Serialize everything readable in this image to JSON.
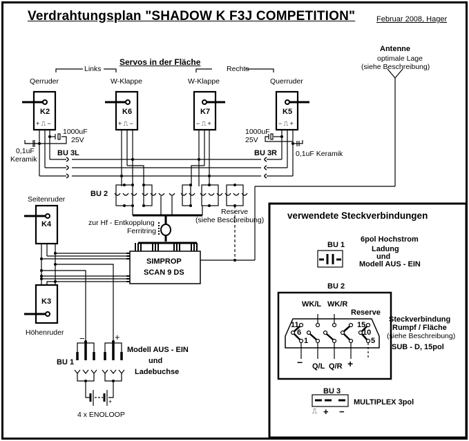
{
  "header": {
    "title": "Verdrahtungsplan \"SHADOW  K F3J  COMPETITION\"",
    "date_author": "Februar 2008,  Hager"
  },
  "antenna": {
    "label": "Antenne",
    "note_line1": "optimale Lage",
    "note_line2": "(siehe Beschreibung)"
  },
  "wing_servos": {
    "heading": "Servos in der Fläche",
    "group_left": "Links",
    "group_right": "Rechts",
    "servos": [
      {
        "id": "K2",
        "name": "Qerruder",
        "pins": "+ ⎍ −"
      },
      {
        "id": "K6",
        "name": "W-Klappe",
        "pins": "+ ⎍ −"
      },
      {
        "id": "K7",
        "name": "W-Klappe",
        "pins": "− ⎍ +"
      },
      {
        "id": "K5",
        "name": "Querruder",
        "pins": "− ⎍ +"
      }
    ]
  },
  "capacitors": {
    "left_electrolytic": [
      "1000uF",
      "25V"
    ],
    "left_ceramic": [
      "0,1uF",
      "Keramik"
    ],
    "right_electrolytic": [
      "1000uF",
      "25V"
    ],
    "right_ceramic": "0,1uF Keramik"
  },
  "connectors": {
    "bu3l": "BU 3L",
    "bu3r": "BU 3R",
    "bu2": "BU 2",
    "bu1": "BU 1",
    "reserve_line1": "Reserve",
    "reserve_line2": "(siehe Beschreibung)"
  },
  "ferrite": {
    "line1": "zur Hf - Entkopplung",
    "line2": "Ferritring"
  },
  "receiver": {
    "line1": "SIMPROP",
    "line2": "SCAN 9 DS"
  },
  "fuselage_servos": [
    {
      "id": "K4",
      "name": "Seitenruder"
    },
    {
      "id": "K3",
      "name": "Höhenruder"
    }
  ],
  "battery": {
    "minus": "−",
    "plus": "+",
    "switch_line1": "Modell  AUS  -  EIN",
    "switch_line2": "und",
    "switch_line3": "Ladebuchse",
    "pack": "4 x ENOLOOP",
    "cell_plus": "+"
  },
  "legend": {
    "heading": "verwendete Steckverbindungen",
    "bu1": {
      "label": "BU 1",
      "line1": "6pol Hochstrom",
      "line2": "Ladung",
      "line3": "und",
      "line4": "Modell  AUS  -  EIN"
    },
    "bu2": {
      "label": "BU 2",
      "top_labels": [
        "WK/L",
        "WK/R",
        "Reserve"
      ],
      "pin_numbers": [
        "11",
        "6",
        "1",
        "15",
        "10",
        "5"
      ],
      "bottom_labels": [
        "−",
        "Q/L",
        "Q/R",
        "+"
      ],
      "desc1": "Steckverbindung",
      "desc2": "Rumpf / Fläche",
      "desc3": "(siehe Beschreibung)",
      "desc4": "SUB - D,  15pol"
    },
    "bu3": {
      "label": "BU 3",
      "desc": "MULTIPLEX  3pol",
      "pins": [
        "⎍",
        "+",
        "−"
      ]
    }
  }
}
